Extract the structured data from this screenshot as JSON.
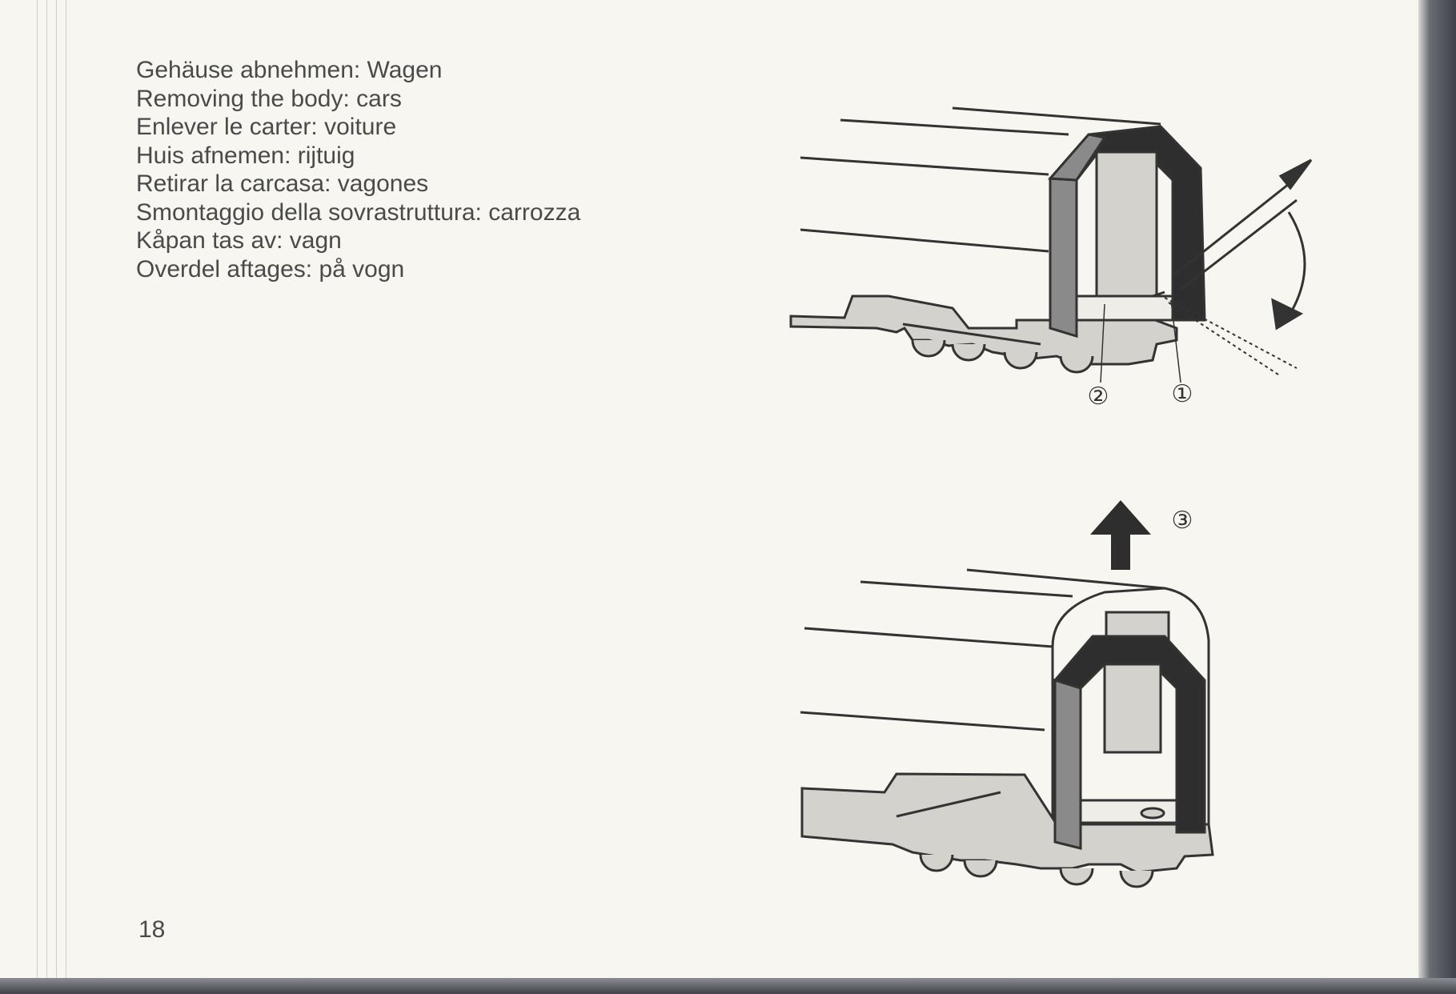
{
  "instructions": [
    "Gehäuse abnehmen: Wagen",
    "Removing the body: cars",
    "Enlever le carter: voiture",
    "Huis afnemen: rijtuig",
    "Retirar la carcasa: vagones",
    "Smontaggio della sovrastruttura: carrozza",
    "Kåpan tas av: vagn",
    "Overdel aftages: på vogn"
  ],
  "figure": {
    "callout_1": "①",
    "callout_2": "②",
    "callout_3": "③"
  },
  "page_number": "18"
}
